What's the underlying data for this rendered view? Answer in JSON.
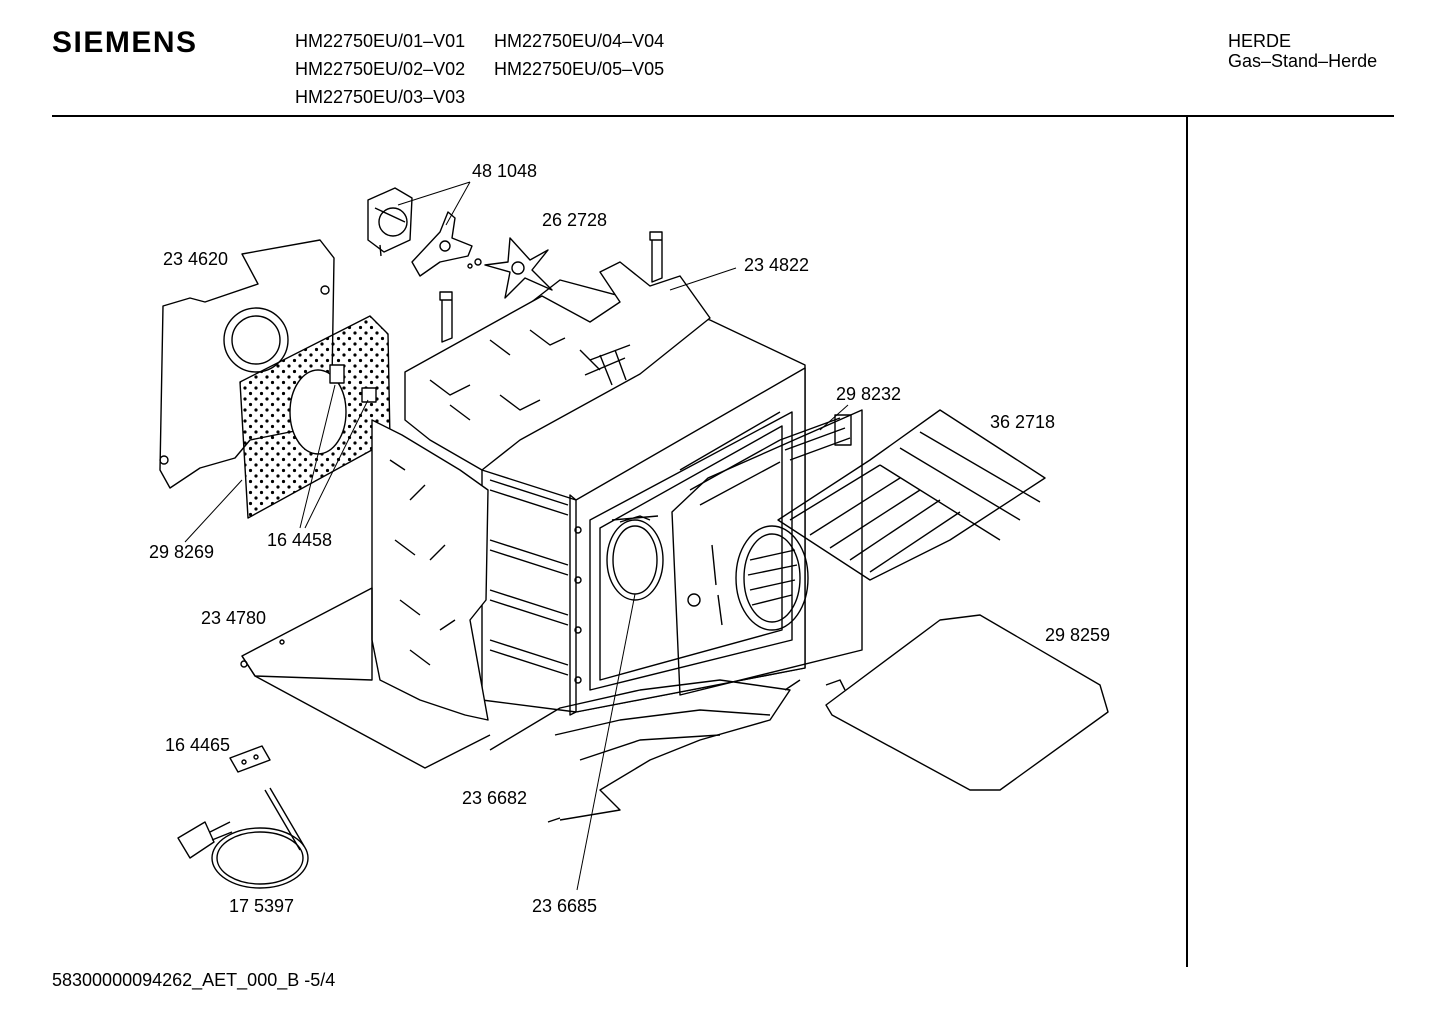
{
  "header": {
    "brand": "SIEMENS",
    "models": [
      "HM22750EU/01–V01",
      "HM22750EU/02–V02",
      "HM22750EU/03–V03",
      "HM22750EU/04–V04",
      "HM22750EU/05–V05"
    ],
    "category": "HERDE",
    "subcategory": "Gas–Stand–Herde"
  },
  "parts": [
    {
      "id": "481048",
      "label": "48 1048"
    },
    {
      "id": "262728",
      "label": "26 2728"
    },
    {
      "id": "234822",
      "label": "23 4822"
    },
    {
      "id": "234620",
      "label": "23 4620"
    },
    {
      "id": "298232",
      "label": "29 8232"
    },
    {
      "id": "362718",
      "label": "36 2718"
    },
    {
      "id": "298269",
      "label": "29 8269"
    },
    {
      "id": "164458",
      "label": "16 4458"
    },
    {
      "id": "234780",
      "label": "23 4780"
    },
    {
      "id": "298259",
      "label": "29 8259"
    },
    {
      "id": "164465",
      "label": "16 4465"
    },
    {
      "id": "236682",
      "label": "23 6682"
    },
    {
      "id": "175397",
      "label": "17 5397"
    },
    {
      "id": "236685",
      "label": "23 6685"
    }
  ],
  "footer": {
    "code": "58300000094262_AET_000_B  -5/4"
  }
}
